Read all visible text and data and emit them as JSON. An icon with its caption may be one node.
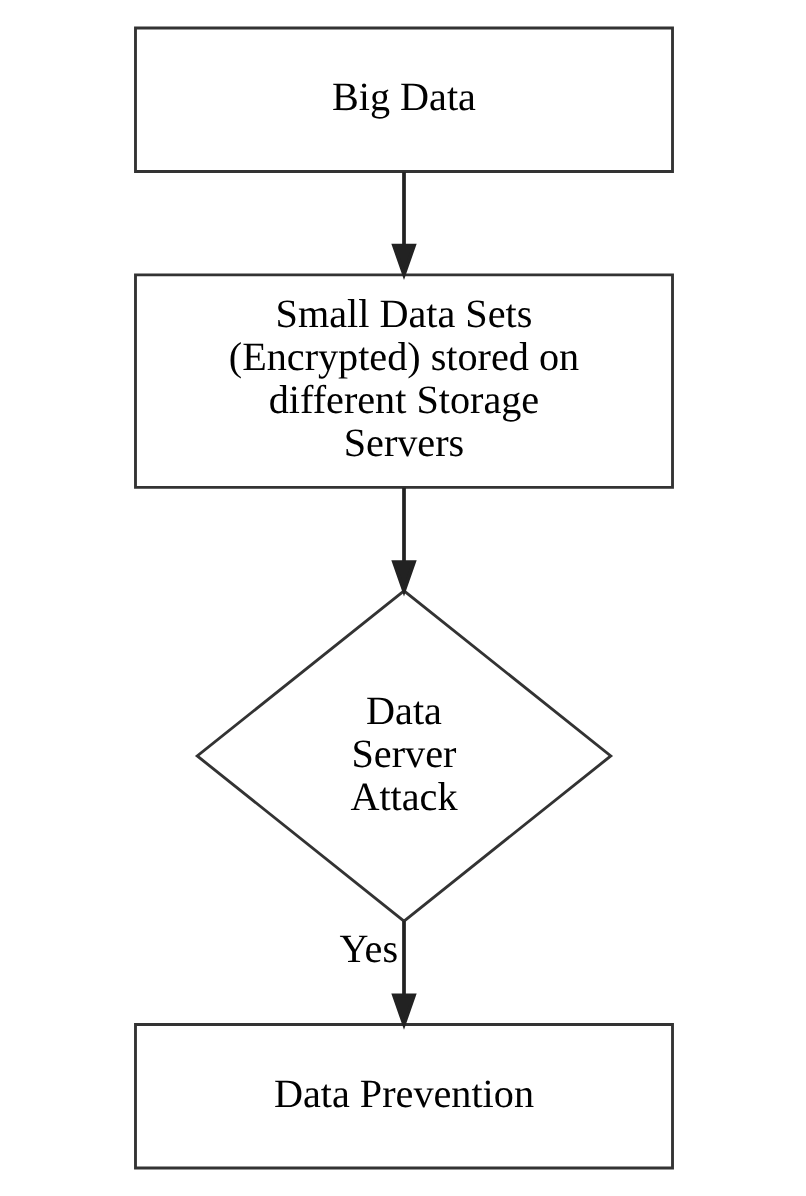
{
  "diagram": {
    "nodes": [
      {
        "text": [
          "Big Data"
        ]
      },
      {
        "text": [
          "Small Data Sets (Encrypted) stored on different Storage Servers"
        ]
      },
      {
        "text": [
          "Data Server Attack"
        ]
      },
      {
        "text": [
          "Data Prevention"
        ]
      }
    ],
    "edges": [
      {
        "from": 0,
        "to": 1,
        "arrow": "to"
      },
      {
        "from": 1,
        "to": 2,
        "arrow": "to"
      },
      {
        "from": 2,
        "to": 3,
        "arrow": "to",
        "label": "Yes"
      }
    ]
  }
}
